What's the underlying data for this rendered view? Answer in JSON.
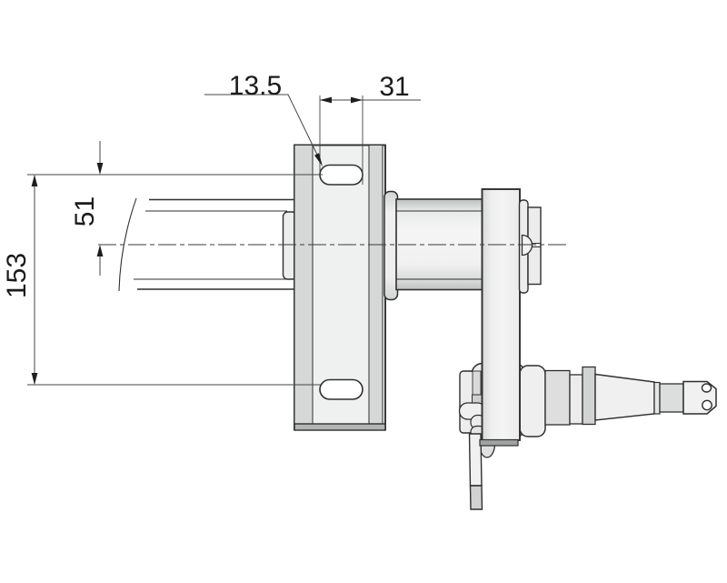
{
  "dimensions": {
    "slot_width": {
      "label": "13.5"
    },
    "slot_length": {
      "label": "31"
    },
    "axis_offset": {
      "label": "51"
    },
    "hole_spacing": {
      "label": "153"
    }
  },
  "theme": {
    "background": "#ffffff",
    "outline": "#2f2f2f",
    "dim_line": "#454545",
    "arrow_fill": "#1e1e1e",
    "text_color": "#1b1b1b",
    "fill_light": "#f1f1f1",
    "fill_mid": "#dcdddd",
    "fill_dark": "#b3b5b5"
  }
}
